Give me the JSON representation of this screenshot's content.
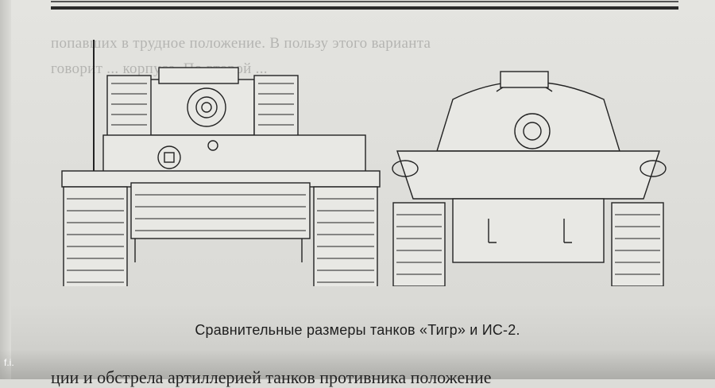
{
  "bleed_lines": [
    "попавших в трудное положение. В пользу этого варианта",
    "говорит ... корпуса. По второй ..."
  ],
  "figure": {
    "caption": "Сравнительные размеры танков «Тигр» и ИС-2.",
    "left_tank": "Тигр",
    "right_tank": "ИС-2"
  },
  "watermark": "f.i.",
  "bottom_line": "ции и обстрела артиллерией танков противника положение"
}
